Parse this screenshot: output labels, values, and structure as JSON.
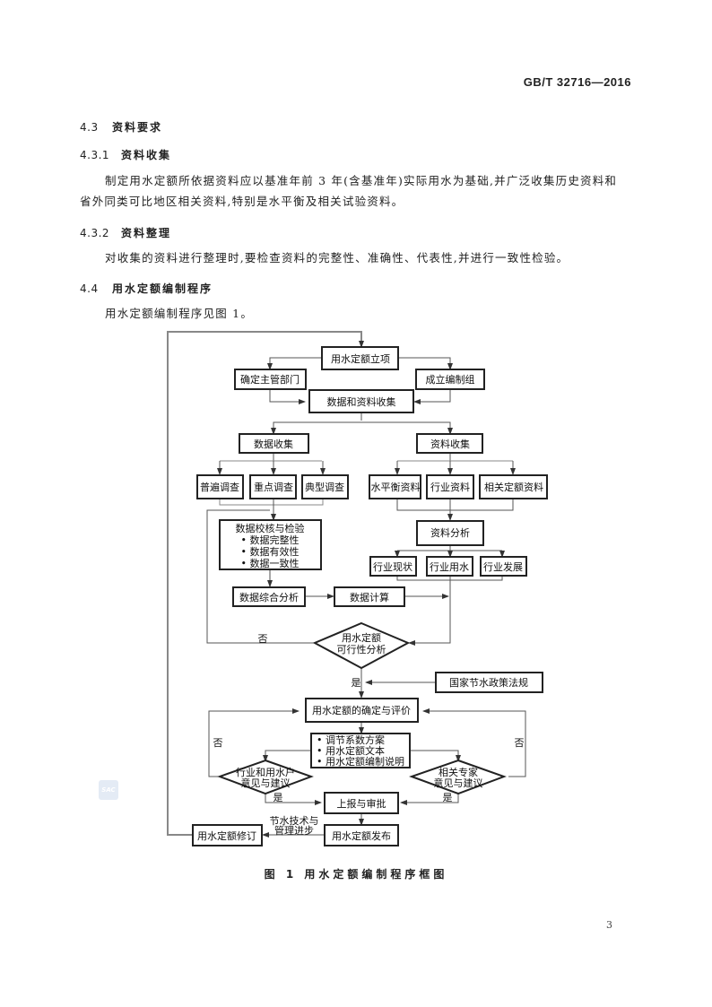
{
  "header": {
    "standard_code": "GB/T 32716—2016"
  },
  "sections": {
    "s4_3": {
      "num": "4.3",
      "title": "资料要求"
    },
    "s4_3_1": {
      "num": "4.3.1",
      "title": "资料收集",
      "body_line1": "制定用水定额所依据资料应以基准年前 3 年(含基准年)实际用水为基础,并广泛收集历史资料和",
      "body_line2": "省外同类可比地区相关资料,特别是水平衡及相关试验资料。"
    },
    "s4_3_2": {
      "num": "4.3.2",
      "title": "资料整理",
      "body": "对收集的资料进行整理时,要检查资料的完整性、准确性、代表性,并进行一致性检验。"
    },
    "s4_4": {
      "num": "4.4",
      "title": "用水定额编制程序",
      "body": "用水定额编制程序见图 1。"
    }
  },
  "flowchart": {
    "nodes": {
      "project": "用水定额立项",
      "dept": "确定主管部门",
      "team": "成立编制组",
      "collect": "数据和资料收集",
      "data_collect": "数据收集",
      "info_collect": "资料收集",
      "survey_general": "普遍调查",
      "survey_key": "重点调查",
      "survey_typical": "典型调查",
      "water_balance": "水平衡资料",
      "industry_info": "行业资料",
      "related_quota": "相关定额资料",
      "verify_title": "数据校核与检验",
      "verify_items": [
        "• 数据完整性",
        "• 数据有效性",
        "• 数据一致性"
      ],
      "info_analysis": "资料分析",
      "industry_status": "行业现状",
      "industry_water": "行业用水",
      "industry_dev": "行业发展",
      "data_synthesis": "数据综合分析",
      "data_calc": "数据计算",
      "feasibility_l1": "用水定额",
      "feasibility_l2": "可行性分析",
      "policy": "国家节水政策法规",
      "determine": "用水定额的确定与评价",
      "outputs": [
        "•  调节系数方案",
        "•  用水定额文本",
        "•  用水定额编制说明"
      ],
      "industry_opinion_l1": "行业和用水户",
      "industry_opinion_l2": "意见与建议",
      "expert_opinion_l1": "相关专家",
      "expert_opinion_l2": "意见与建议",
      "approve": "上报与审批",
      "publish": "用水定额发布",
      "revise": "用水定额修订",
      "tech_l1": "节水技术与",
      "tech_l2": "管理进步"
    },
    "labels": {
      "no": "否",
      "yes": "是"
    }
  },
  "figure_caption": "图 1   用水定额编制程序框图",
  "footer": {
    "page_number": "3"
  },
  "watermark": {
    "text": "SAC"
  }
}
